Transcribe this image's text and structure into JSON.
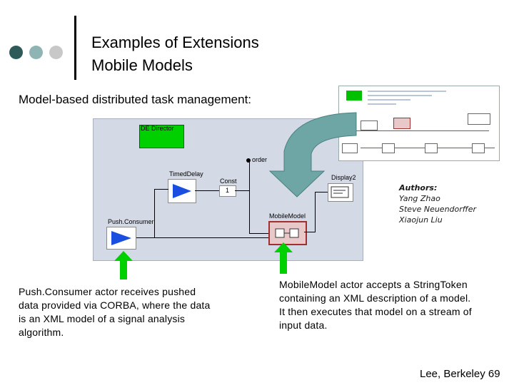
{
  "slide": {
    "title_line1": "Examples of Extensions",
    "title_line2": "Mobile Models",
    "subtitle": "Model-based distributed task management:"
  },
  "diagram": {
    "director_label": "DE Director",
    "timed_delay_label": "TimedDelay",
    "const_label": "Const",
    "const_value": "1",
    "order_label": "order",
    "display_label": "Display2",
    "push_consumer_label": "Push.Consumer",
    "mobile_model_label": "MobileModel"
  },
  "authors": {
    "heading": "Authors:",
    "names": [
      "Yang Zhao",
      "Steve Neuendorffer",
      "Xiaojun Liu"
    ]
  },
  "captions": {
    "left": [
      "Push.Consumer actor receives pushed",
      "data provided via CORBA, where the data",
      "is an XML model of a signal analysis",
      "algorithm."
    ],
    "right": [
      "MobileModel actor accepts a StringToken",
      "containing an XML description of a model.",
      "It then executes that model on a stream of",
      "input data."
    ]
  },
  "footer": "Lee, Berkeley 69",
  "colors": {
    "dot_dark": "#2e5a5a",
    "dot_mid": "#8fb4b4",
    "dot_light": "#c8c8c8",
    "arrow_teal": "#6ea5a5",
    "green": "#00d000",
    "actor_blue": "#1a4ee0",
    "diagram_bg": "#d4d9e6"
  }
}
